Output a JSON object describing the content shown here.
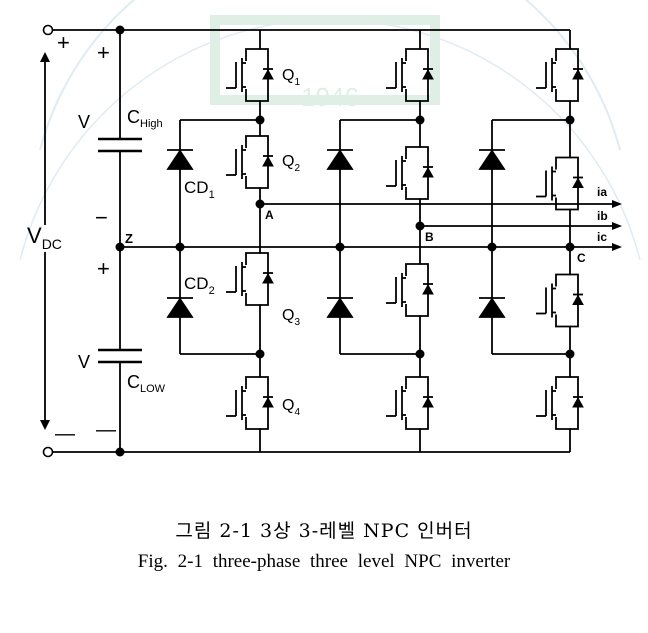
{
  "labels": {
    "plus_top": "+",
    "plus_cap_high": "+",
    "v_high": "V",
    "c_high": "C",
    "c_high_sub": "High",
    "minus_cap_high": "−",
    "vdc": "V",
    "vdc_sub": "DC",
    "z": "Z",
    "plus_cap_low": "+",
    "v_low": "V",
    "c_low": "C",
    "c_low_sub": "LOW",
    "minus_bottom": "—",
    "minus_cap_low": "—",
    "cd1": "CD",
    "cd1_sub": "1",
    "cd2": "CD",
    "cd2_sub": "2",
    "q1": "Q",
    "q1_sub": "1",
    "q2": "Q",
    "q2_sub": "2",
    "q3": "Q",
    "q3_sub": "3",
    "q4": "Q",
    "q4_sub": "4",
    "node_a": "A",
    "node_b": "B",
    "node_c": "C",
    "ia": "ia",
    "ib": "ib",
    "ic": "ic"
  },
  "watermark_year": "1946",
  "caption": {
    "korean": "그림 2-1 3상 3-레벨 NPC 인버터",
    "english": "Fig. 2-1 three-phase three level NPC inverter"
  }
}
